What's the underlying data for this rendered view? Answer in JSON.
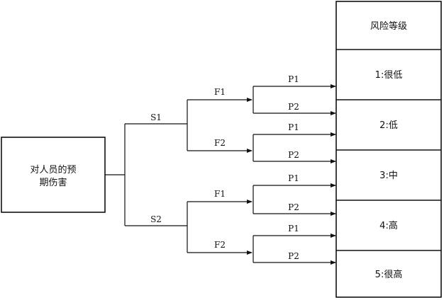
{
  "source_box": {
    "line1": "对人员的预",
    "line2": "期伤害"
  },
  "severity": {
    "s1": "S1",
    "s2": "S2"
  },
  "frequency": {
    "f1": "F1",
    "f2": "F2"
  },
  "possibility": {
    "p1": "P1",
    "p2": "P2"
  },
  "risk_table": {
    "header": "风险等级",
    "levels": [
      "1:很低",
      "2:低",
      "3:中",
      "4:高",
      "5:很高"
    ]
  }
}
